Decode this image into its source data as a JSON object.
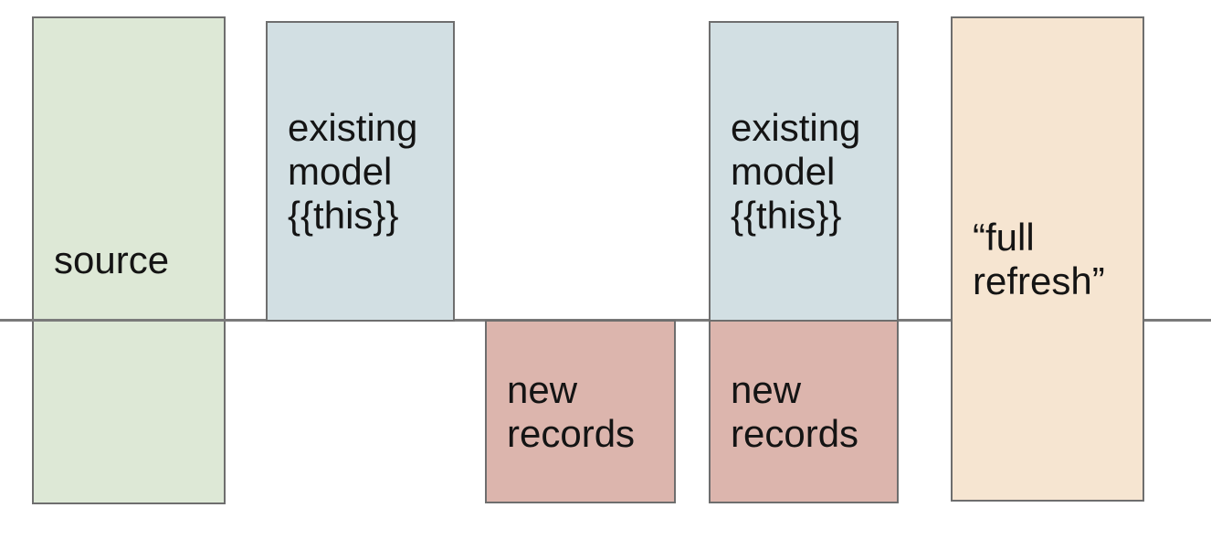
{
  "diagram": {
    "description": "dbt incremental model diagram",
    "colors": {
      "source_fill": "#dde8d6",
      "existing_model_fill": "#d2dfe3",
      "new_records_fill": "#dcb5ad",
      "full_refresh_fill": "#f6e5d1",
      "border": "#6e6e6e",
      "divider_line": "#7a7a7a",
      "text": "#141414",
      "background": "#ffffff"
    }
  },
  "baseline": {
    "color": "#7a7a7a"
  },
  "boxes": [
    {
      "id": "source",
      "fill": "#dde8d6",
      "lines": [
        "source"
      ]
    },
    {
      "id": "existing-model-1",
      "fill": "#d2dfe3",
      "lines": [
        "existing",
        "model",
        "{{this}}"
      ]
    },
    {
      "id": "new-records-1",
      "fill": "#dcb5ad",
      "lines": [
        "new",
        "records"
      ]
    },
    {
      "id": "existing-model-2",
      "fill": "#d2dfe3",
      "lines": [
        "existing",
        "model",
        "{{this}}"
      ]
    },
    {
      "id": "new-records-2",
      "fill": "#dcb5ad",
      "lines": [
        "new",
        "records"
      ]
    },
    {
      "id": "full-refresh",
      "fill": "#f6e5d1",
      "lines": [
        "“full",
        "refresh”"
      ]
    }
  ]
}
